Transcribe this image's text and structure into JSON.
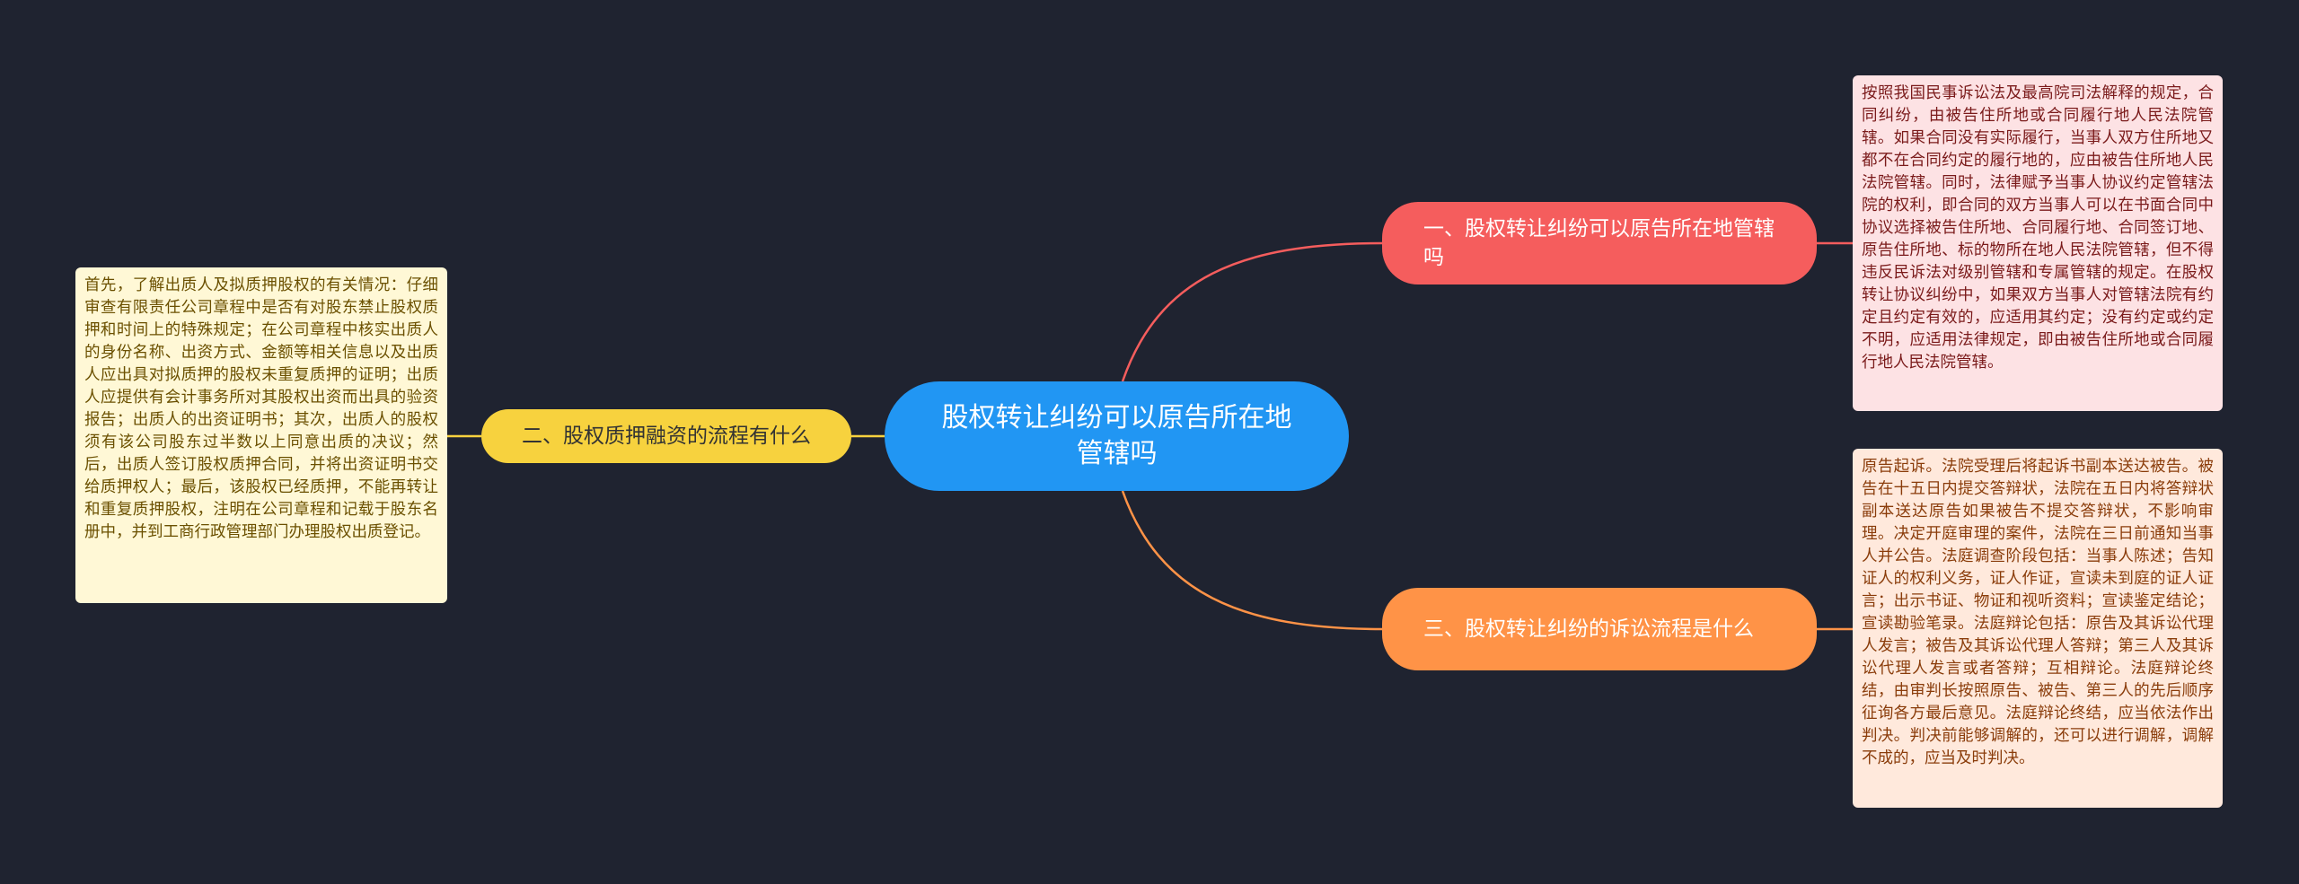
{
  "root": {
    "label": "股权转让纠纷可以原告所在地管辖吗",
    "color": "#2196f3"
  },
  "branches": [
    {
      "label": "一、股权转让纠纷可以原告所在地管辖吗",
      "color": "#f55d5d",
      "detail": "按照我国民事诉讼法及最高院司法解释的规定，合同纠纷，由被告住所地或合同履行地人民法院管辖。如果合同没有实际履行，当事人双方住所地又都不在合同约定的履行地的，应由被告住所地人民法院管辖。同时，法律赋予当事人协议约定管辖法院的权利，即合同的双方当事人可以在书面合同中协议选择被告住所地、合同履行地、合同签订地、原告住所地、标的物所在地人民法院管辖，但不得违反民诉法对级别管辖和专属管辖的规定。在股权转让协议纠纷中，如果双方当事人对管辖法院有约定且约定有效的，应适用其约定；没有约定或约定不明，应适用法律规定，即由被告住所地或合同履行地人民法院管辖。"
    },
    {
      "label": "二、股权质押融资的流程有什么",
      "color": "#f7d23e",
      "detail": "首先，了解出质人及拟质押股权的有关情况：仔细审查有限责任公司章程中是否有对股东禁止股权质押和时间上的特殊规定；在公司章程中核实出质人的身份名称、出资方式、金额等相关信息以及出质人应出具对拟质押的股权未重复质押的证明；出质人应提供有会计事务所对其股权出资而出具的验资报告；出质人的出资证明书；其次，出质人的股权须有该公司股东过半数以上同意出质的决议；然后，出质人签订股权质押合同，并将出资证明书交给质押权人；最后，该股权已经质押，不能再转让和重复质押股权，注明在公司章程和记载于股东名册中，并到工商行政管理部门办理股权出质登记。"
    },
    {
      "label": "三、股权转让纠纷的诉讼流程是什么",
      "color": "#ff9347",
      "detail": "原告起诉。法院受理后将起诉书副本送达被告。被告在十五日内提交答辩状，法院在五日内将答辩状副本送达原告如果被告不提交答辩状，不影响审理。决定开庭审理的案件，法院在三日前通知当事人并公告。法庭调查阶段包括：当事人陈述；告知证人的权利义务，证人作证，宣读未到庭的证人证言；出示书证、物证和视听资料；宣读鉴定结论；宣读勘验笔录。法庭辩论包括：原告及其诉讼代理人发言；被告及其诉讼代理人答辩；第三人及其诉讼代理人发言或者答辩；互相辩论。法庭辩论终结，由审判长按照原告、被告、第三人的先后顺序征询各方最后意见。法庭辩论终结，应当依法作出判决。判决前能够调解的，还可以进行调解，调解不成的，应当及时判决。"
    }
  ],
  "background_color": "#1f2330"
}
